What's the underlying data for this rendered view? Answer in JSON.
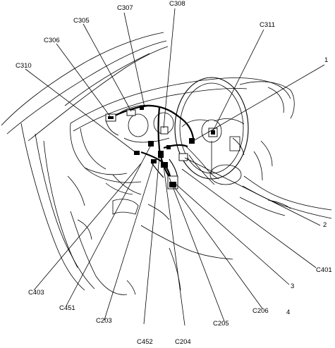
{
  "labels": {
    "c307": "C307",
    "c308": "C308",
    "c305": "C305",
    "c306": "C306",
    "c310": "C310",
    "c311": "C311",
    "n1": "1",
    "n2": "2",
    "c401": "C401",
    "n3": "3",
    "n4": "4",
    "c206": "C206",
    "c205": "C205",
    "c204": "C204",
    "c452": "C452",
    "c203": "C203",
    "c451": "C451",
    "c403": "C403"
  }
}
